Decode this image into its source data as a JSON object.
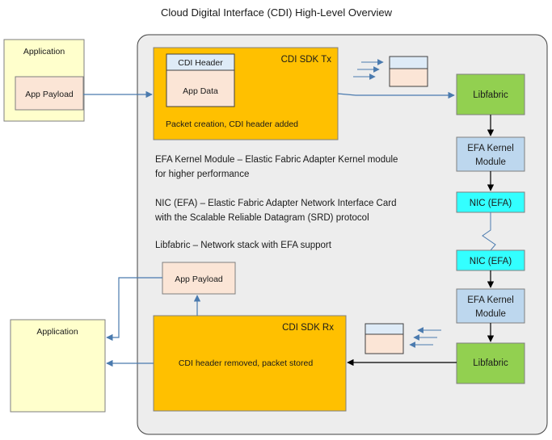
{
  "title": "Cloud Digital Interface (CDI) High-Level Overview",
  "tx": {
    "app_box": "Application",
    "app_payload": "App Payload",
    "sdk": "CDI SDK Tx",
    "cdi_header": "CDI Header",
    "app_data": "App Data",
    "caption": "Packet creation, CDI header added",
    "libfabric": "Libfabric",
    "efa_kernel_line1": "EFA Kernel",
    "efa_kernel_line2": "Module",
    "nic": "NIC (EFA)"
  },
  "notes": [
    "EFA Kernel Module – Elastic Fabric Adapter Kernel module",
    "for higher performance",
    "NIC (EFA) – Elastic Fabric Adapter Network Interface Card",
    "with the Scalable Reliable Datagram (SRD) protocol",
    "Libfabric – Network stack with EFA support"
  ],
  "rx": {
    "nic": "NIC (EFA)",
    "efa_kernel_line1": "EFA Kernel",
    "efa_kernel_line2": "Module",
    "libfabric": "Libfabric",
    "sdk": "CDI SDK Rx",
    "caption": "CDI header removed, packet stored",
    "app_payload": "App Payload",
    "app_box": "Application"
  },
  "colors": {
    "app_fill": "#FFFFCC",
    "sdk_fill": "#FFC000",
    "payload_fill": "#FBE5D6",
    "libfabric_fill": "#92D050",
    "efa_fill": "#BDD7EE",
    "nic_fill": "#33FFFF",
    "container_fill": "#EDEDED",
    "arrow_blue": "#4A7AAE"
  }
}
